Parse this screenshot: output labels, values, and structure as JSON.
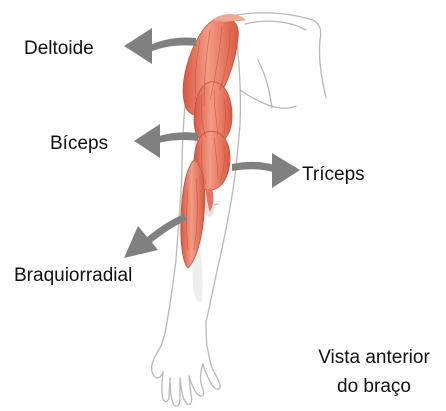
{
  "labels": {
    "deltoide": "Deltoide",
    "biceps": "Bíceps",
    "triceps": "Tríceps",
    "braquiorradial": "Braquiorradial"
  },
  "caption": {
    "line1": "Vista anterior",
    "line2": "do braço"
  },
  "colors": {
    "muscle": "#e8735e",
    "muscle_highlight": "#f6b39e",
    "muscle_fiber": "#c9503c",
    "arrow": "#808080",
    "outline": "#b5b5b5",
    "bone": "#dcdcdc",
    "text": "#111111"
  },
  "icons": {
    "arrow": "arrow-icon"
  }
}
